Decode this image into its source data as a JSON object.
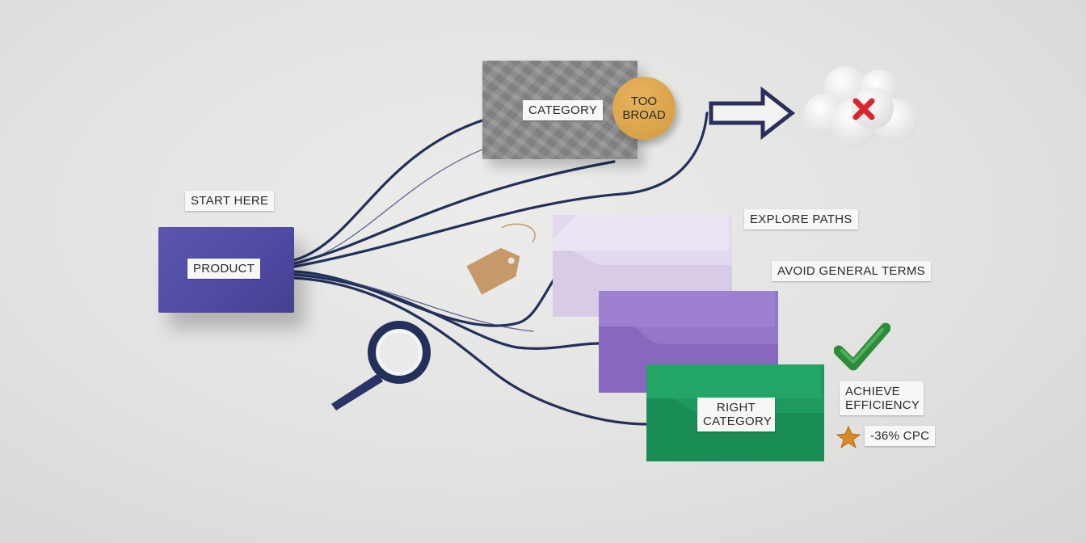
{
  "labels": {
    "start_here": "START HERE",
    "product": "PRODUCT",
    "category": "CATEGORY",
    "too_broad_line1": "TOO",
    "too_broad_line2": "BROAD",
    "explore_paths": "EXPLORE PATHS",
    "avoid_general_terms": "AVOID GENERAL TERMS",
    "right_category_line1": "RIGHT",
    "right_category_line2": "CATEGORY",
    "achieve_efficiency_line1": "ACHIEVE",
    "achieve_efficiency_line2": "EFFICIENCY",
    "cpc": "-36% CPC"
  },
  "colors": {
    "product_box": "#4f4aa2",
    "category_felt": "#8f8f91",
    "too_broad_dot": "#d9a24a",
    "string": "#22305a",
    "envelope_light": "#e3d9ef",
    "envelope_mid": "#9b79cc",
    "envelope_green": "#1e9a5f",
    "check": "#2e8b3a",
    "x_mark": "#d8252e",
    "star": "#d9892a"
  },
  "icons": [
    "arrow-right-icon",
    "cloud-icon",
    "x-mark-icon",
    "magnifier-icon",
    "price-tag-icon",
    "checkmark-icon",
    "star-icon"
  ]
}
